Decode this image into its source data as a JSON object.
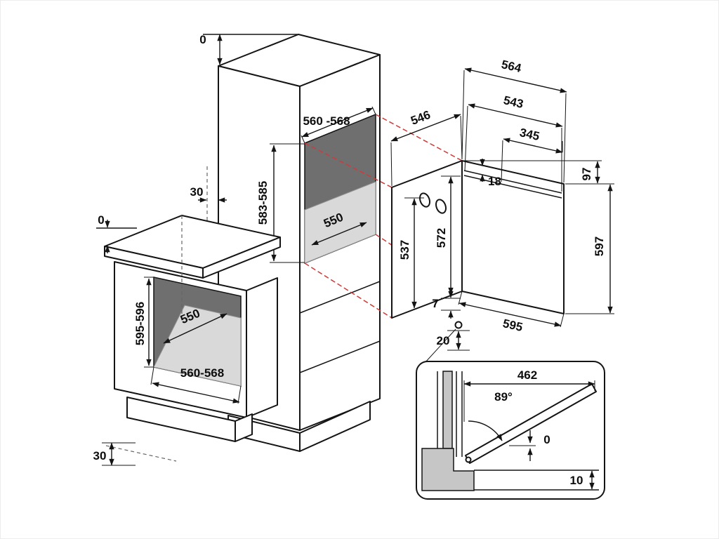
{
  "base_cabinet": {
    "top_gap": "0",
    "niche_depth": "550",
    "niche_height": "595-596",
    "niche_width": "560-568",
    "plinth_height": "30"
  },
  "tall_cabinet": {
    "top_gap": "0",
    "rear_gap": "30",
    "niche_width": "560 -568",
    "niche_height": "583-585",
    "niche_depth": "550"
  },
  "oven": {
    "depth_total": "564",
    "depth_body": "543",
    "depth_min_recess": "546",
    "depth_345": "345",
    "top_clearance": "18",
    "vent_height": "97",
    "height_rear": "537",
    "height_front": "572",
    "height_total": "597",
    "bottom_step": "7",
    "width": "595",
    "bottom_clearance": "20"
  },
  "door_detail": {
    "projection": "462",
    "opening_angle": "89°",
    "front_gap": "0",
    "bottom_gap": "10"
  },
  "colors": {
    "line": "#141414",
    "projection_red": "#cf3a3a",
    "niche_wall": "#6f6f6f",
    "niche_floor": "#d9d9d9",
    "section_gray": "#c6c6c6"
  }
}
